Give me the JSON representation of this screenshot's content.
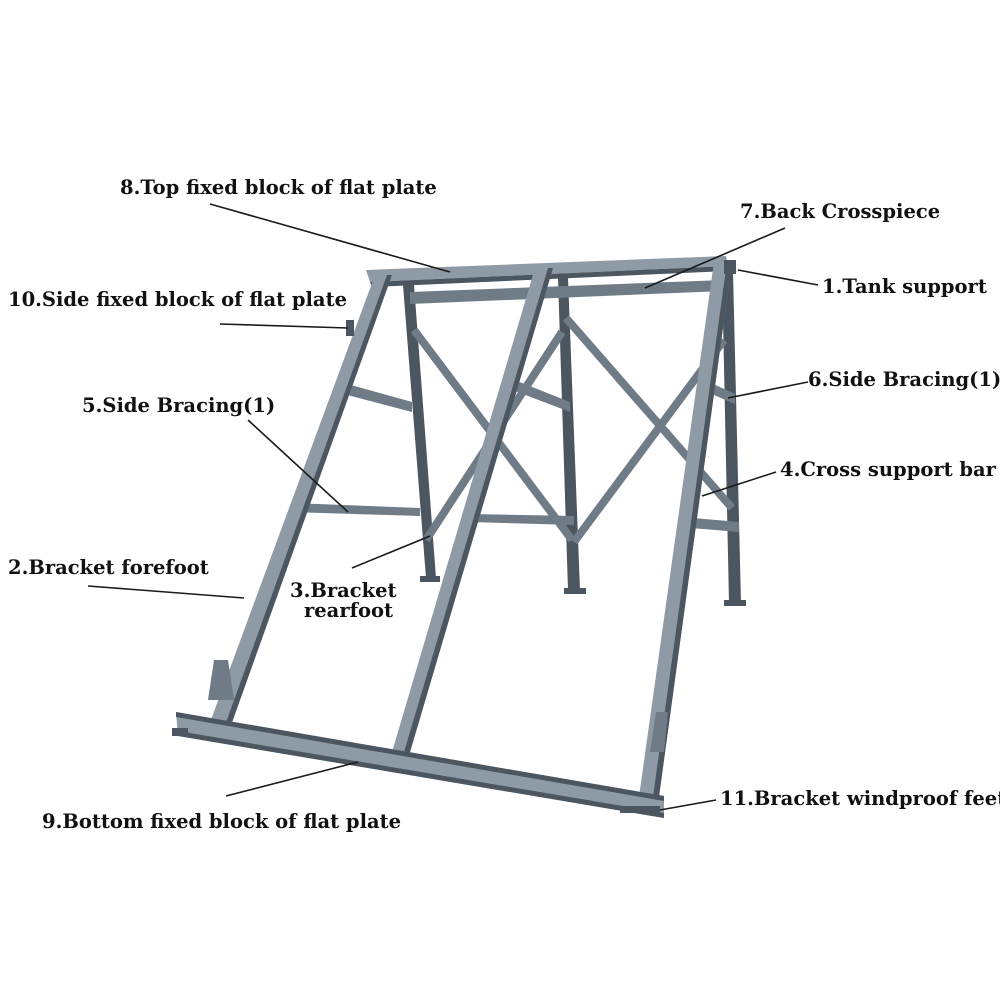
{
  "labels": {
    "top_fixed_block": "8.Top fixed block of flat plate",
    "back_crosspiece": "7.Back Crosspiece",
    "tank_support": "1.Tank support",
    "side_fixed_block": "10.Side fixed block of flat plate",
    "side_bracing_left": "5.Side Bracing(1)",
    "side_bracing_right": "6.Side Bracing(1)",
    "cross_support_bar": "4.Cross support bar",
    "bracket_forefoot": "2.Bracket forefoot",
    "bracket_rearfoot_line1": "3.Bracket",
    "bracket_rearfoot_line2": "rearfoot",
    "bottom_fixed_block": "9.Bottom fixed block of flat plate",
    "windproof_feet": "11.Bracket windproof feet"
  },
  "colors": {
    "frame_light": "#8e9aa5",
    "frame_mid": "#6f7b86",
    "frame_dark": "#4c5660",
    "text": "#111111"
  }
}
